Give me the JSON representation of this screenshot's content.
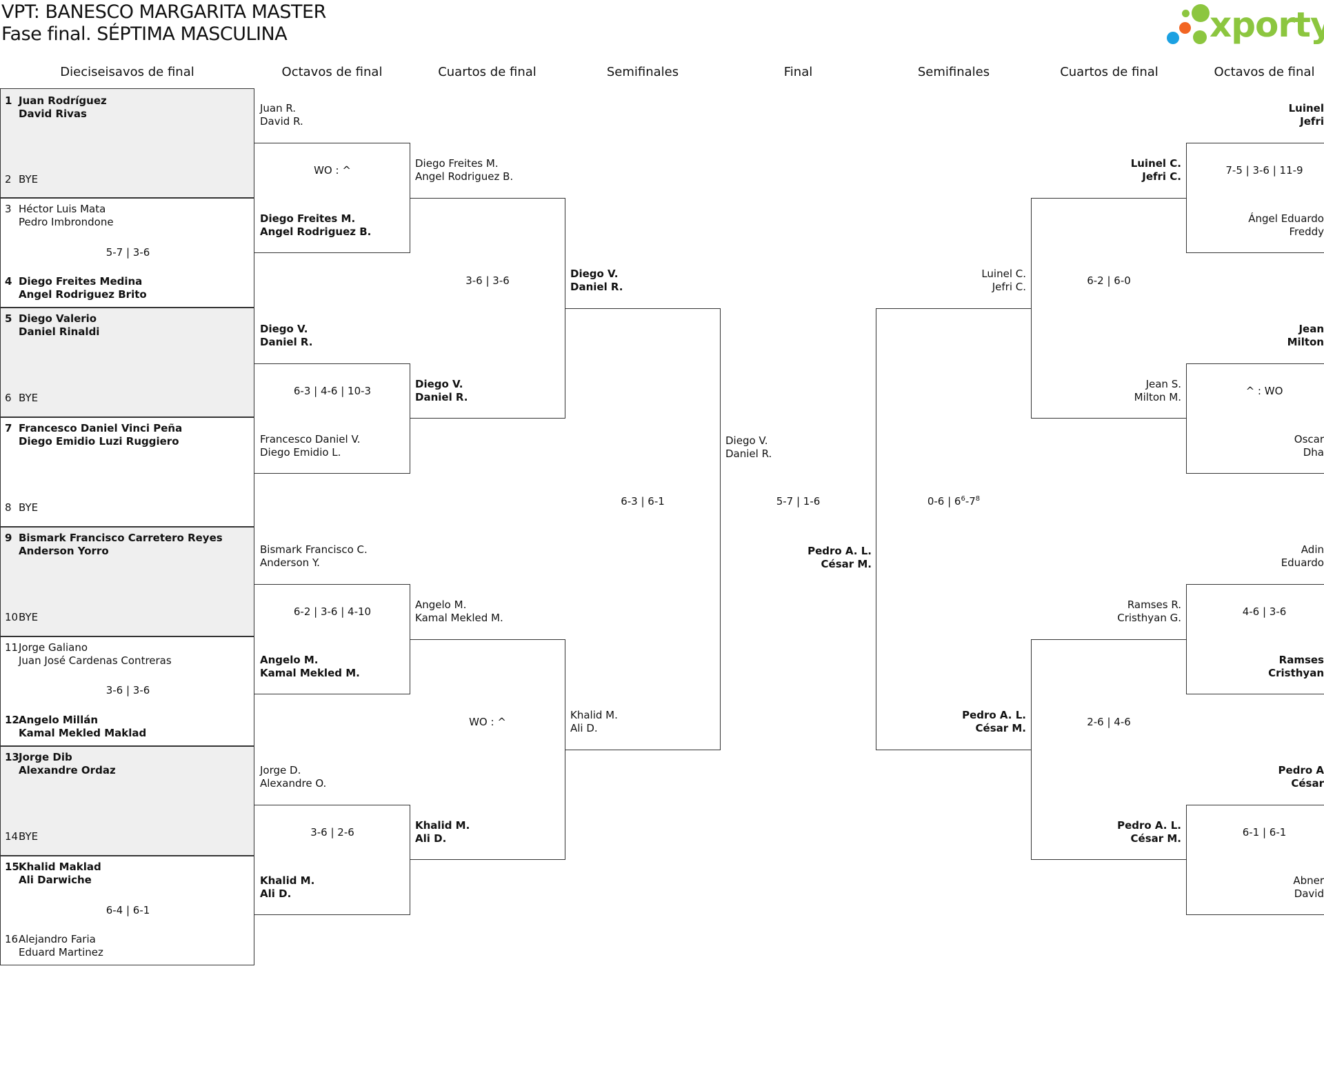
{
  "title": {
    "line1": "VPT: BANESCO MARGARITA MASTER",
    "line2": "Fase final. SÉPTIMA MASCULINA"
  },
  "logo": {
    "text": "xporty",
    "brand_color": "#8cc63f"
  },
  "rounds": {
    "r32": "Dieciseisavos de final",
    "r16_left": "Octavos de final",
    "qf_left": "Cuartos de final",
    "sf_left": "Semifinales",
    "final": "Final",
    "sf_right": "Semifinales",
    "qf_right": "Cuartos de final",
    "r16_right": "Octavos de final"
  },
  "seeds": [
    {
      "num": "1",
      "p1": "Juan Rodríguez",
      "p2": "David Rivas",
      "bold": true
    },
    {
      "num": "2",
      "p1": "BYE",
      "p2": "",
      "bold": false
    },
    {
      "num": "3",
      "p1": "Héctor Luis Mata",
      "p2": "Pedro Imbrondone",
      "bold": false
    },
    {
      "num": "4",
      "p1": "Diego Freites Medina",
      "p2": "Angel Rodriguez Brito",
      "bold": true
    },
    {
      "num": "5",
      "p1": "Diego Valerio",
      "p2": "Daniel Rinaldi",
      "bold": true
    },
    {
      "num": "6",
      "p1": "BYE",
      "p2": "",
      "bold": false
    },
    {
      "num": "7",
      "p1": "Francesco Daniel Vinci Peña",
      "p2": "Diego Emidio Luzi Ruggiero",
      "bold": true
    },
    {
      "num": "8",
      "p1": "BYE",
      "p2": "",
      "bold": false
    },
    {
      "num": "9",
      "p1": "Bismark Francisco Carretero Reyes",
      "p2": "Anderson Yorro",
      "bold": true
    },
    {
      "num": "10",
      "p1": "BYE",
      "p2": "",
      "bold": false
    },
    {
      "num": "11",
      "p1": "Jorge Galiano",
      "p2": "Juan José Cardenas Contreras",
      "bold": false
    },
    {
      "num": "12",
      "p1": "Angelo Millán",
      "p2": "Kamal Mekled Maklad",
      "bold": true
    },
    {
      "num": "13",
      "p1": "Jorge Dib",
      "p2": "Alexandre Ordaz",
      "bold": true
    },
    {
      "num": "14",
      "p1": "BYE",
      "p2": "",
      "bold": false
    },
    {
      "num": "15",
      "p1": "Khalid Maklad",
      "p2": "Ali Darwiche",
      "bold": true
    },
    {
      "num": "16",
      "p1": "Alejandro Faria",
      "p2": "Eduard Martinez",
      "bold": false
    }
  ],
  "r32_scores": [
    "",
    "5-7 | 3-6",
    "",
    "",
    "",
    "3-6 | 3-6",
    "",
    "6-4 | 6-1"
  ],
  "r16_left_pairs": [
    {
      "p1": "Juan R.",
      "p2": "David R.",
      "bold": false
    },
    {
      "p1": "Diego Freites M.",
      "p2": "Angel Rodriguez B.",
      "bold": true
    },
    {
      "p1": "Diego V.",
      "p2": "Daniel R.",
      "bold": true
    },
    {
      "p1": "Francesco Daniel V.",
      "p2": "Diego Emidio L.",
      "bold": false
    },
    {
      "p1": "Bismark Francisco C.",
      "p2": "Anderson Y.",
      "bold": false
    },
    {
      "p1": "Angelo M.",
      "p2": "Kamal Mekled M.",
      "bold": true
    },
    {
      "p1": "Jorge D.",
      "p2": "Alexandre O.",
      "bold": false
    },
    {
      "p1": "Khalid M.",
      "p2": "Ali D.",
      "bold": true
    }
  ],
  "r16_left_scores": [
    "WO : ^",
    "6-3 | 4-6 | 10-3",
    "6-2 | 3-6 | 4-10",
    "3-6 | 2-6"
  ],
  "qf_left_pairs": [
    {
      "p1": "Diego Freites M.",
      "p2": "Angel Rodriguez B.",
      "bold": false
    },
    {
      "p1": "Diego V.",
      "p2": "Daniel R.",
      "bold": true
    },
    {
      "p1": "Angelo M.",
      "p2": "Kamal Mekled M.",
      "bold": false
    },
    {
      "p1": "Khalid M.",
      "p2": "Ali D.",
      "bold": true
    }
  ],
  "qf_left_scores": [
    "3-6 | 3-6",
    "WO : ^"
  ],
  "sf_left_pairs": [
    {
      "p1": "Diego V.",
      "p2": "Daniel R.",
      "bold": true
    },
    {
      "p1": "Khalid M.",
      "p2": "Ali D.",
      "bold": false
    }
  ],
  "sf_left_score": "6-3 | 6-1",
  "final_pairs": [
    {
      "p1": "Diego V.",
      "p2": "Daniel R.",
      "bold": false
    },
    {
      "p1": "Pedro A. L.",
      "p2": "César M.",
      "bold": true
    }
  ],
  "final_score": "5-7 | 1-6",
  "sf_right_score_main": "0-6 | 6",
  "sf_right_score_sup1": "6",
  "sf_right_score_mid": "-7",
  "sf_right_score_sup2": "8",
  "sf_right_pairs": [
    {
      "p1": "Luinel C.",
      "p2": "Jefri C.",
      "bold": false
    },
    {
      "p1": "Pedro A. L.",
      "p2": "César M.",
      "bold": true
    }
  ],
  "qf_right_scores": [
    "6-2 | 6-0",
    "2-6 | 4-6"
  ],
  "qf_right_pairs": [
    {
      "p1": "Luinel C.",
      "p2": "Jefri C.",
      "bold": true
    },
    {
      "p1": "Jean S.",
      "p2": "Milton M.",
      "bold": false
    },
    {
      "p1": "Ramses R.",
      "p2": "Cristhyan G.",
      "bold": false
    },
    {
      "p1": "Pedro A. L.",
      "p2": "César M.",
      "bold": true
    }
  ],
  "r16_right_scores": [
    "7-5 | 3-6 | 11-9",
    "^ : WO",
    "4-6 | 3-6",
    "6-1 | 6-1"
  ],
  "r16_right_pairs": [
    {
      "p1": "Luinel",
      "p2": "Jefri",
      "bold": true
    },
    {
      "p1": "Ángel Eduardo",
      "p2": "Freddy",
      "bold": false
    },
    {
      "p1": "Jean",
      "p2": "Milton",
      "bold": true
    },
    {
      "p1": "Oscar",
      "p2": "Dha",
      "bold": false
    },
    {
      "p1": "Adin",
      "p2": "Eduardo",
      "bold": false
    },
    {
      "p1": "Ramses",
      "p2": "Cristhyan",
      "bold": true
    },
    {
      "p1": "Pedro A",
      "p2": "César",
      "bold": true
    },
    {
      "p1": "Abner",
      "p2": "David",
      "bold": false
    }
  ]
}
